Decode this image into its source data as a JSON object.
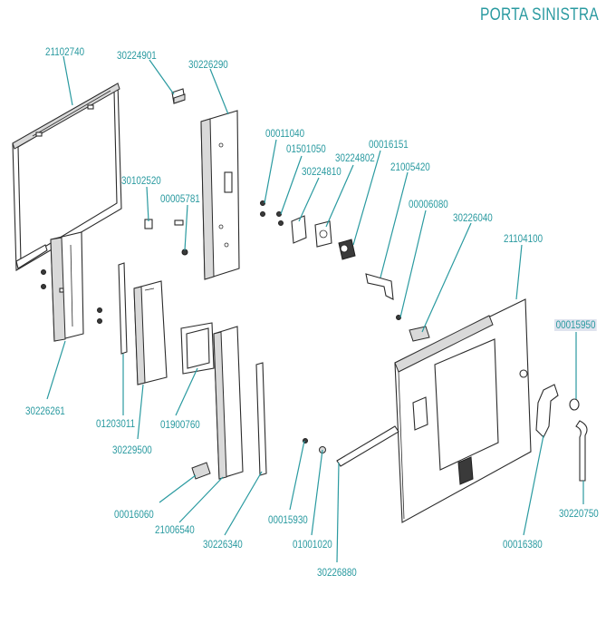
{
  "title": "PORTA SINISTRA",
  "parts": {
    "p21102740": "21102740",
    "p30224901": "30224901",
    "p30226290": "30226290",
    "p00011040": "00011040",
    "p01501050": "01501050",
    "p00016151": "00016151",
    "p30224802": "30224802",
    "p30224810": "30224810",
    "p21005420": "21005420",
    "p30102520": "30102520",
    "p00005781": "00005781",
    "p00006080": "00006080",
    "p30226040": "30226040",
    "p21104100": "21104100",
    "p00015950": "00015950",
    "p30226261": "30226261",
    "p01203011": "01203011",
    "p01900760": "01900760",
    "p30229500": "30229500",
    "p00016060": "00016060",
    "p21006540": "21006540",
    "p30226340": "30226340",
    "p00015930": "00015930",
    "p01001020": "01001020",
    "p30226880": "30226880",
    "p00016380": "00016380",
    "p30220750": "30220750"
  },
  "colors": {
    "label": "#2a9aa0",
    "line": "#2b2b2b",
    "highlight": "#dfe3ee"
  }
}
